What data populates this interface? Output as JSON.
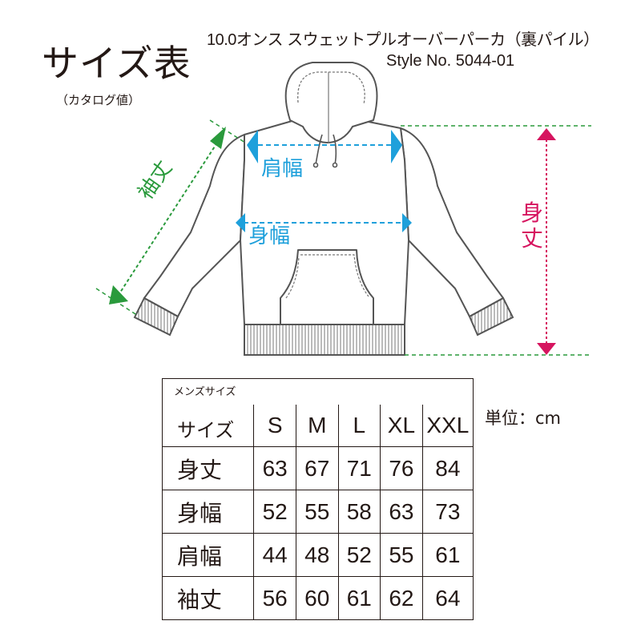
{
  "header": {
    "title": "サイズ表",
    "subtitle": "（カタログ値）",
    "product_name": "10.0オンス スウェットプルオーバーパーカ（裏パイル）",
    "product_style": "Style No. 5044-01"
  },
  "diagram": {
    "labels": {
      "katahaba": "肩幅",
      "mihaba": "身幅",
      "mitake": "身丈",
      "sodetake": "袖丈"
    },
    "colors": {
      "katahaba": "#1ea0db",
      "mihaba": "#1ea0db",
      "mitake": "#d6145f",
      "sodetake": "#2a9a3c",
      "outline": "#555555"
    }
  },
  "table": {
    "caption": "メンズサイズ",
    "header_label": "サイズ",
    "sizes": [
      "S",
      "M",
      "L",
      "XL",
      "XXL"
    ],
    "rows": [
      {
        "label": "身丈",
        "values": [
          "63",
          "67",
          "71",
          "76",
          "84"
        ]
      },
      {
        "label": "身幅",
        "values": [
          "52",
          "55",
          "58",
          "63",
          "73"
        ]
      },
      {
        "label": "肩幅",
        "values": [
          "44",
          "48",
          "52",
          "55",
          "61"
        ]
      },
      {
        "label": "袖丈",
        "values": [
          "56",
          "60",
          "61",
          "62",
          "64"
        ]
      }
    ]
  },
  "unit": "単位：cm"
}
